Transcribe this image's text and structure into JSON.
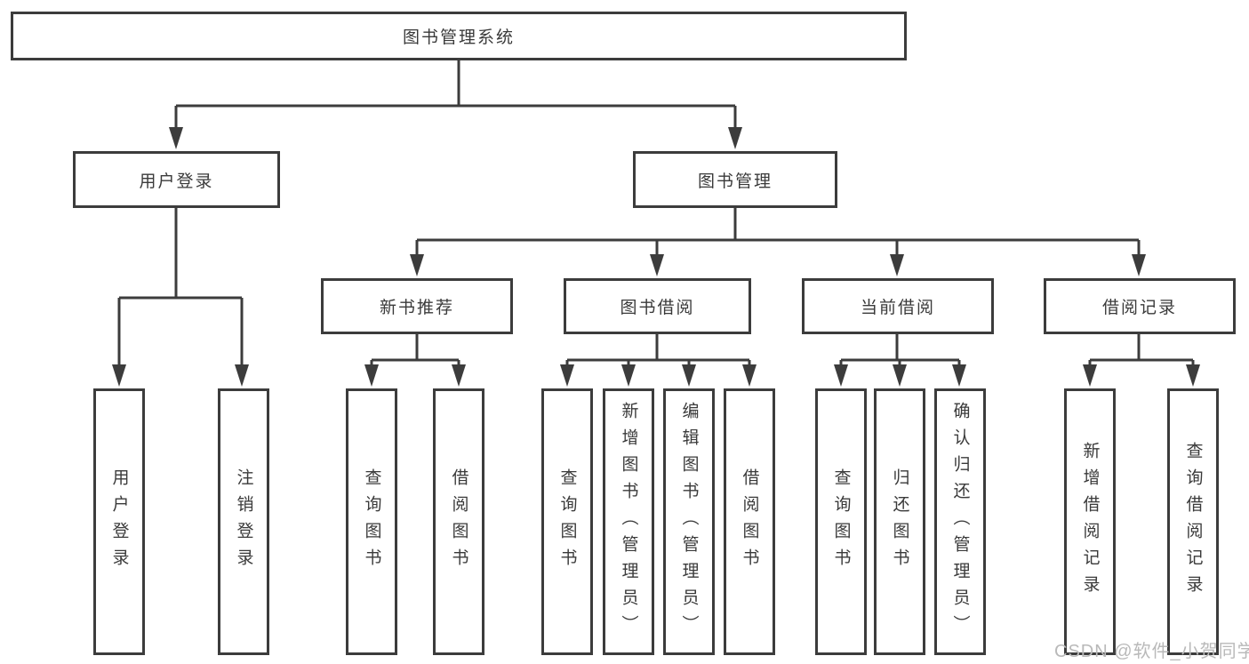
{
  "diagram": {
    "root": {
      "label": "图书管理系统"
    },
    "login": {
      "label": "用户登录",
      "children": [
        "用户登录",
        "注销登录"
      ]
    },
    "management": {
      "label": "图书管理",
      "groups": [
        {
          "label": "新书推荐",
          "children": [
            "查询图书",
            "借阅图书"
          ]
        },
        {
          "label": "图书借阅",
          "children": [
            "查询图书",
            "新增图书（管理员）",
            "编辑图书（管理员）",
            "借阅图书"
          ]
        },
        {
          "label": "当前借阅",
          "children": [
            "查询图书",
            "归还图书",
            "确认归还（管理员）"
          ]
        },
        {
          "label": "借阅记录",
          "children": [
            "新增借阅记录",
            "查询借阅记录"
          ]
        }
      ]
    }
  },
  "watermark": "CSDN @软件_小贺同学",
  "colors": {
    "line": "#3c3c3c",
    "text": "#3a3a3a",
    "watermark": "#b9b9b9"
  }
}
